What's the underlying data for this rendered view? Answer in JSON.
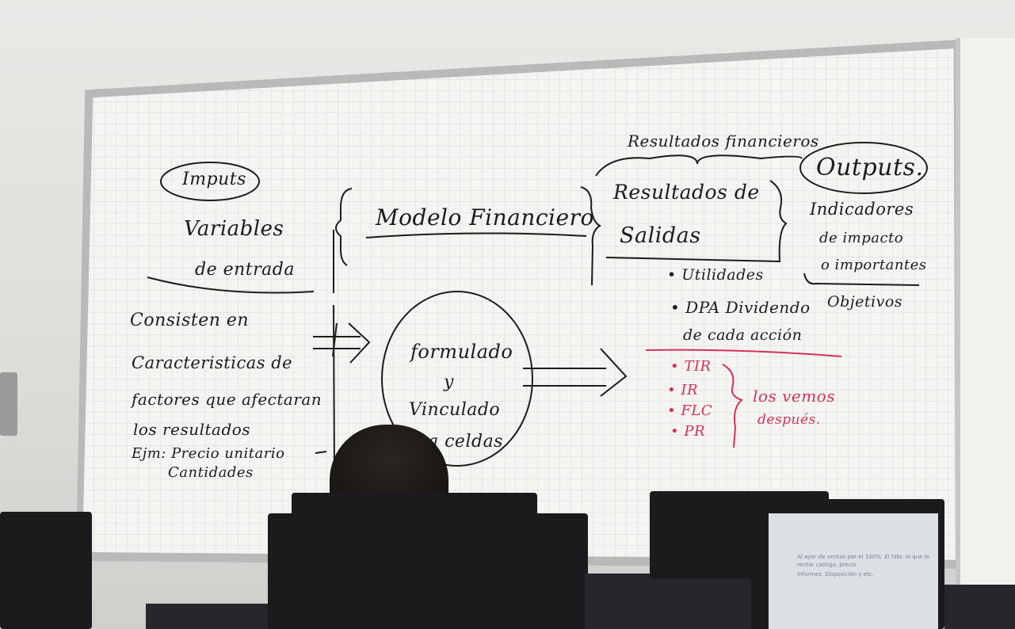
{
  "whiteboard": {
    "inputs_label": "Imputs",
    "inputs_sub1": "Variables",
    "inputs_sub2": "de entrada",
    "desc": [
      "Consisten en",
      "Caracteristicas de",
      "factores que afectaran",
      "los resultados"
    ],
    "example1": "Ejm: Precio unitario",
    "example2": "Cantidades",
    "model_title": "Modelo Financiero",
    "circle_lines": [
      "formulado",
      "y",
      "Vinculado",
      "a celdas"
    ],
    "results_header": "Resultados financieros",
    "results_box1": "Resultados de",
    "results_box2": "Salidas",
    "bullet_list": [
      "• Utilidades",
      "• DPA Dividendo",
      "de cada acción"
    ],
    "outputs_label": "Outputs.",
    "outputs_sub": [
      "Indicadores",
      "de impacto",
      "o importantes"
    ],
    "objetivos": "Objetivos",
    "red_list": [
      "• TIR",
      "• IR",
      "• FLC",
      "• PR"
    ],
    "red_note1": "los vemos",
    "red_note2": "después."
  },
  "monitor_screen_text": [
    "Al ayer de ventas por el 100%. El fabr. al que le rentar castigo, precio",
    "Informes, Disposición y etc."
  ]
}
